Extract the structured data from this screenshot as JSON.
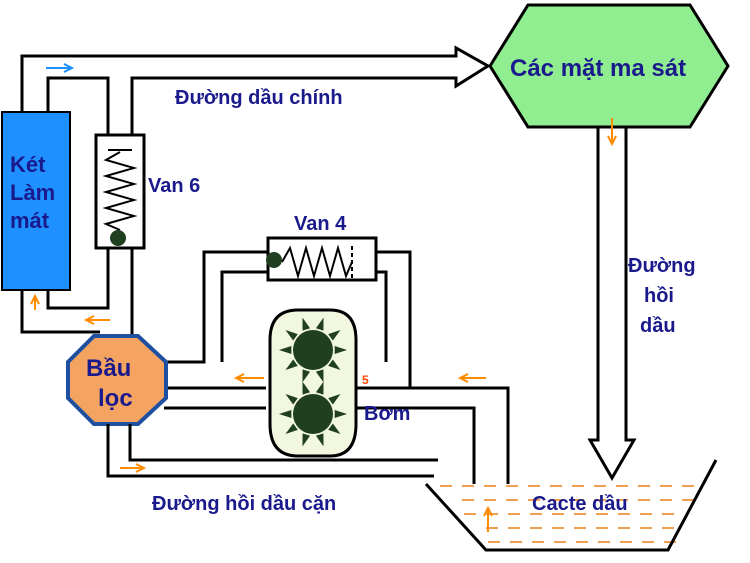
{
  "labels": {
    "friction_surfaces": "Các mặt ma sát",
    "main_oil_line": "Đường dầu chính",
    "return_line_1": "Đường",
    "return_line_2": "hồi",
    "return_line_3": "dầu",
    "radiator_1": "Két",
    "radiator_2": "Làm",
    "radiator_3": "mát",
    "valve6": "Van 6",
    "valve4": "Van 4",
    "filter_1": "Bầu",
    "filter_2": "lọc",
    "pump": "Bơm",
    "pump_marker": "5",
    "sludge_return": "Đường hồi dầu cặn",
    "sump": "Cacte dầu"
  },
  "colors": {
    "pipe": "#000000",
    "text": "#1a1a8c",
    "hexagon_fill": "#90ee90",
    "radiator_fill": "#1e90ff",
    "filter_fill": "#f4a460",
    "filter_stroke": "#1e4fa0",
    "pump_fill": "#f2f7e0",
    "gear": "#1f3f1f",
    "oil_line": "#f0a050",
    "flow_arrow": "#ff8c00",
    "cool_arrow": "#1e90ff"
  },
  "icons": [
    "spring-icon",
    "gear-icon",
    "arrow-icon"
  ]
}
